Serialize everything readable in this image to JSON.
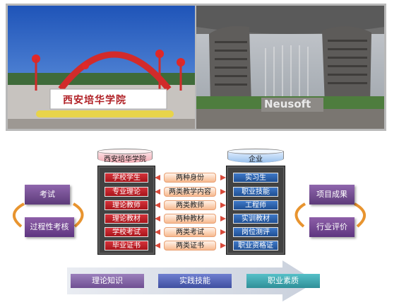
{
  "photos": {
    "left": {
      "sign_text": "西安培华学院"
    },
    "right": {
      "building_sign": "Neusoft"
    }
  },
  "diagram": {
    "school": {
      "label": "西安培华学院",
      "items": [
        "学校学生",
        "专业理论",
        "理论教师",
        "理论教材",
        "学校考试",
        "毕业证书"
      ]
    },
    "middle": {
      "items": [
        "两种身份",
        "两类教学内容",
        "两类教师",
        "两种教材",
        "两类考试",
        "两类证书"
      ]
    },
    "company": {
      "label": "企业",
      "items": [
        "实习生",
        "职业技能",
        "工程师",
        "实训教材",
        "岗位测评",
        "职业资格证"
      ]
    },
    "left_boxes": [
      "考试",
      "过程性考核"
    ],
    "right_boxes": [
      "项目成果",
      "行业评价"
    ],
    "bottom_bar": [
      "理论知识",
      "实践技能",
      "职业素质"
    ],
    "colors": {
      "school_red": "#c0242b",
      "company_blue": "#2f62ab",
      "middle_peach": "#f7b98e",
      "side_purple": "#6f4a8c",
      "connector_orange": "#e8942f"
    }
  }
}
